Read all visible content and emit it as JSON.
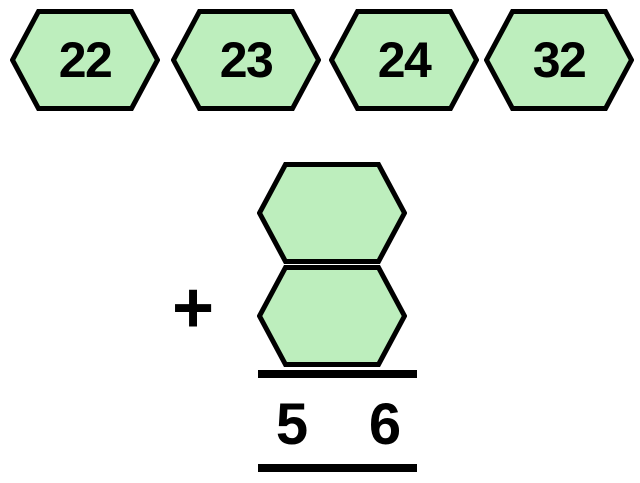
{
  "colors": {
    "background": "#ffffff",
    "tile_fill": "#bdeebd",
    "tile_border": "#000000",
    "ink": "#000000"
  },
  "choice_tiles": [
    {
      "label": "22"
    },
    {
      "label": "23"
    },
    {
      "label": "24"
    },
    {
      "label": "32"
    }
  ],
  "equation": {
    "operator": "+",
    "slot_count": 2,
    "sum_tens": "5",
    "sum_ones": "6"
  }
}
